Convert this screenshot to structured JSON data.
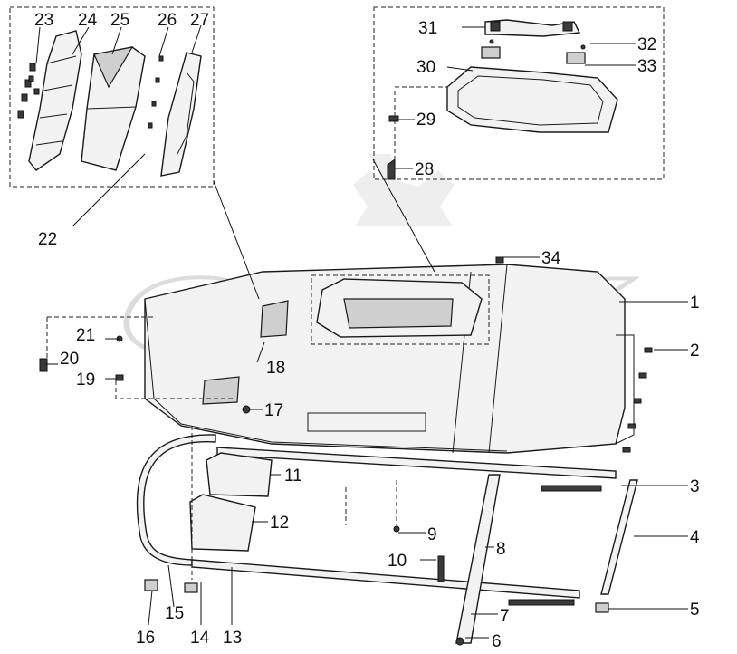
{
  "callouts": [
    {
      "label": "1"
    },
    {
      "label": "2"
    },
    {
      "label": "3"
    },
    {
      "label": "4"
    },
    {
      "label": "5"
    },
    {
      "label": "6"
    },
    {
      "label": "7"
    },
    {
      "label": "8"
    },
    {
      "label": "9"
    },
    {
      "label": "10"
    },
    {
      "label": "11"
    },
    {
      "label": "12"
    },
    {
      "label": "13"
    },
    {
      "label": "14"
    },
    {
      "label": "15"
    },
    {
      "label": "16"
    },
    {
      "label": "17"
    },
    {
      "label": "18"
    },
    {
      "label": "19"
    },
    {
      "label": "20"
    },
    {
      "label": "21"
    },
    {
      "label": "22"
    },
    {
      "label": "23"
    },
    {
      "label": "24"
    },
    {
      "label": "25"
    },
    {
      "label": "26"
    },
    {
      "label": "27"
    },
    {
      "label": "28"
    },
    {
      "label": "29"
    },
    {
      "label": "30"
    },
    {
      "label": "31"
    },
    {
      "label": "32"
    },
    {
      "label": "33"
    },
    {
      "label": "34"
    }
  ],
  "watermark": {
    "text": "OPEX",
    "icon": "gear-icon"
  }
}
